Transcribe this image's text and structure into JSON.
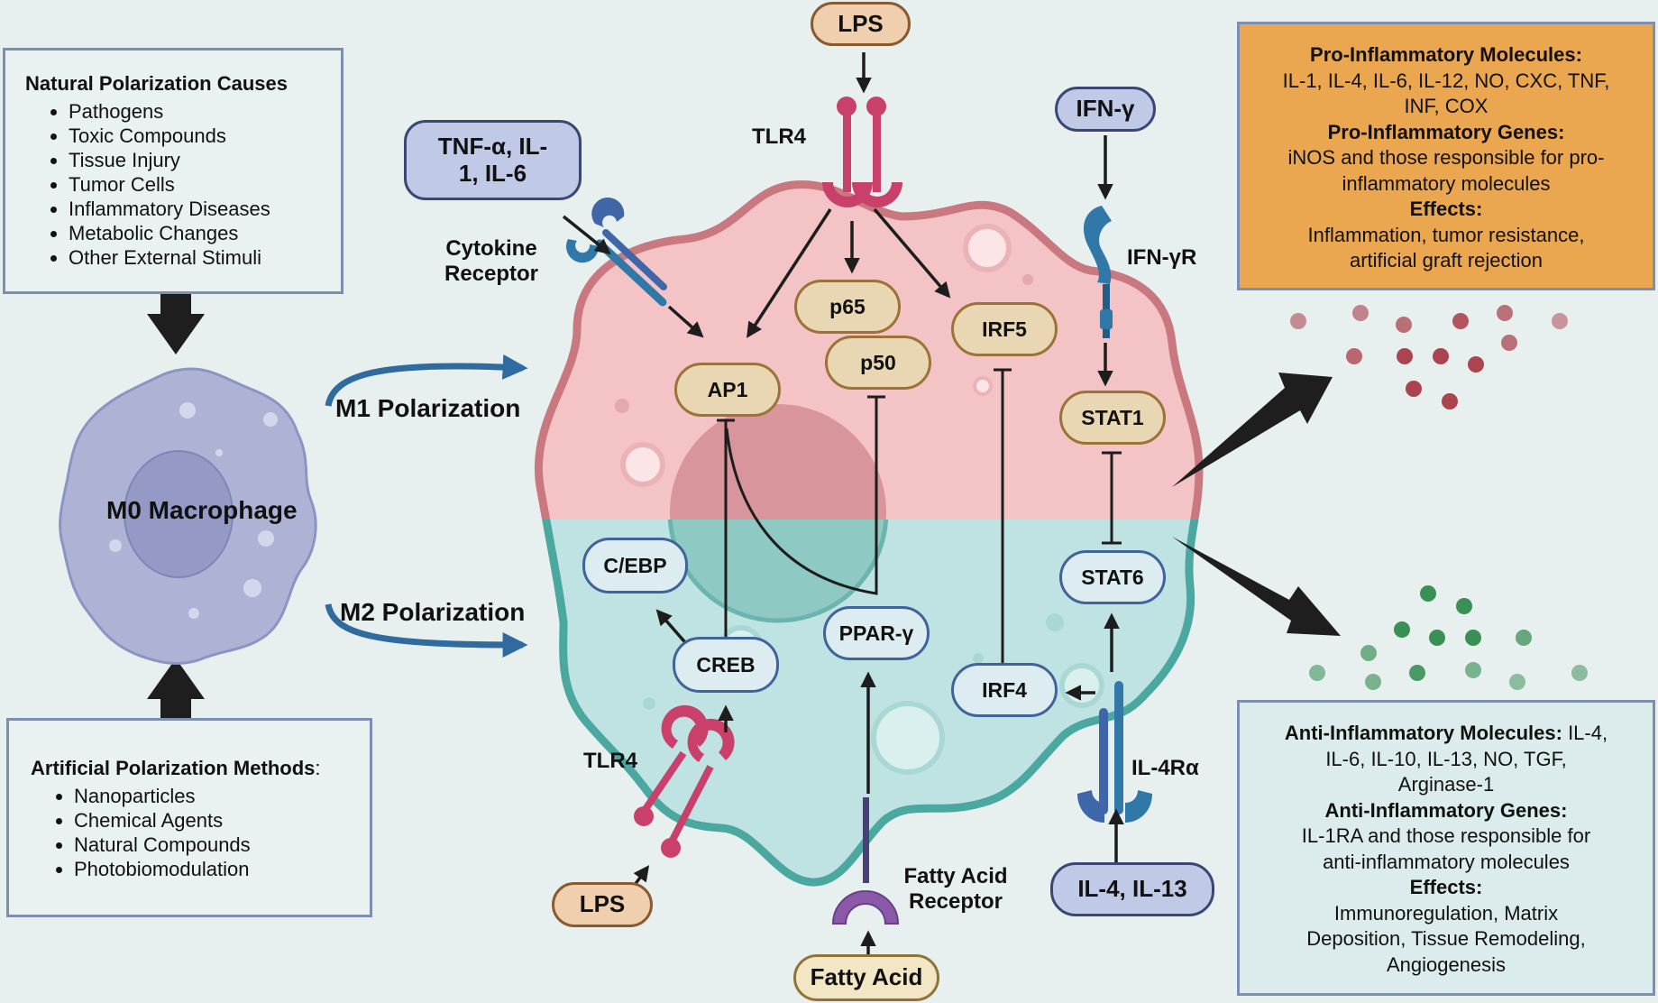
{
  "natural_causes": {
    "heading": "Natural Polarization Causes",
    "items": [
      "Pathogens",
      "Toxic Compounds",
      "Tissue Injury",
      "Tumor Cells",
      "Inflammatory Diseases",
      "Metabolic Changes",
      "Other External Stimuli"
    ]
  },
  "artificial_methods": {
    "heading": "Artificial Polarization Methods",
    "heading_suffix": ":",
    "items": [
      "Nanoparticles",
      "Chemical Agents",
      "Natural Compounds",
      "Photobiomodulation"
    ]
  },
  "m0": {
    "label": "M0 Macrophage"
  },
  "polarization": {
    "m1": "M1 Polarization",
    "m2": "M2 Polarization"
  },
  "stimuli": {
    "lps_top": "LPS",
    "lps_bottom": "LPS",
    "tnf": "TNF-α, IL-1, IL-6",
    "ifn_gamma": "IFN-γ",
    "il4_il13": "IL-4, IL-13",
    "fatty_acid": "Fatty Acid"
  },
  "receptors": {
    "tlr4_top": "TLR4",
    "tlr4_bottom": "TLR4",
    "cytokine_receptor": "Cytokine Receptor",
    "ifn_gamma_r": "IFN-γR",
    "il4r_alpha": "IL-4Rα",
    "fatty_acid_receptor": "Fatty Acid Receptor"
  },
  "m1_nodes": {
    "ap1": "AP1",
    "p65": "p65",
    "p50": "p50",
    "irf5": "IRF5",
    "stat1": "STAT1"
  },
  "m2_nodes": {
    "cebp": "C/EBP",
    "creb": "CREB",
    "ppar_gamma": "PPAR-γ",
    "irf4": "IRF4",
    "stat6": "STAT6"
  },
  "pro_inflammatory": {
    "molecules_heading": "Pro-Inflammatory Molecules:",
    "molecules": "IL-1, IL-4, IL-6, IL-12, NO, CXC,  TNF, INF, COX",
    "genes_heading": "Pro-Inflammatory Genes:",
    "genes": "iNOS and those responsible for pro-inflammatory molecules",
    "effects_heading": "Effects:",
    "effects": "Inflammation, tumor resistance, artificial graft rejection"
  },
  "anti_inflammatory": {
    "molecules_heading": "Anti-Inflammatory Molecules:",
    "molecules": "IL-4, IL-6, IL-10, IL-13, NO, TGF, Arginase-1",
    "genes_heading": "Anti-Inflammatory Genes:",
    "genes": "IL-1RA and those responsible for anti-inflammatory molecules",
    "effects_heading": "Effects:",
    "effects": "Immunoregulation, Matrix Deposition, Tissue Remodeling, Angiogenesis"
  },
  "colors": {
    "background": "#e7efef",
    "m1_cytoplasm": "#f3c3c6",
    "m1_membrane": "#c9787f",
    "m2_cytoplasm": "#bfe2e2",
    "m2_membrane": "#4aa8a0",
    "m0_cell": "#aeb3d6",
    "pro_box": "#eba650",
    "anti_box": "#dcecec",
    "pro_dots": "#a83a45",
    "anti_dots": "#2f8a4c",
    "tlr4": "#c9406a",
    "receptor_blue": "#2f78a8"
  }
}
